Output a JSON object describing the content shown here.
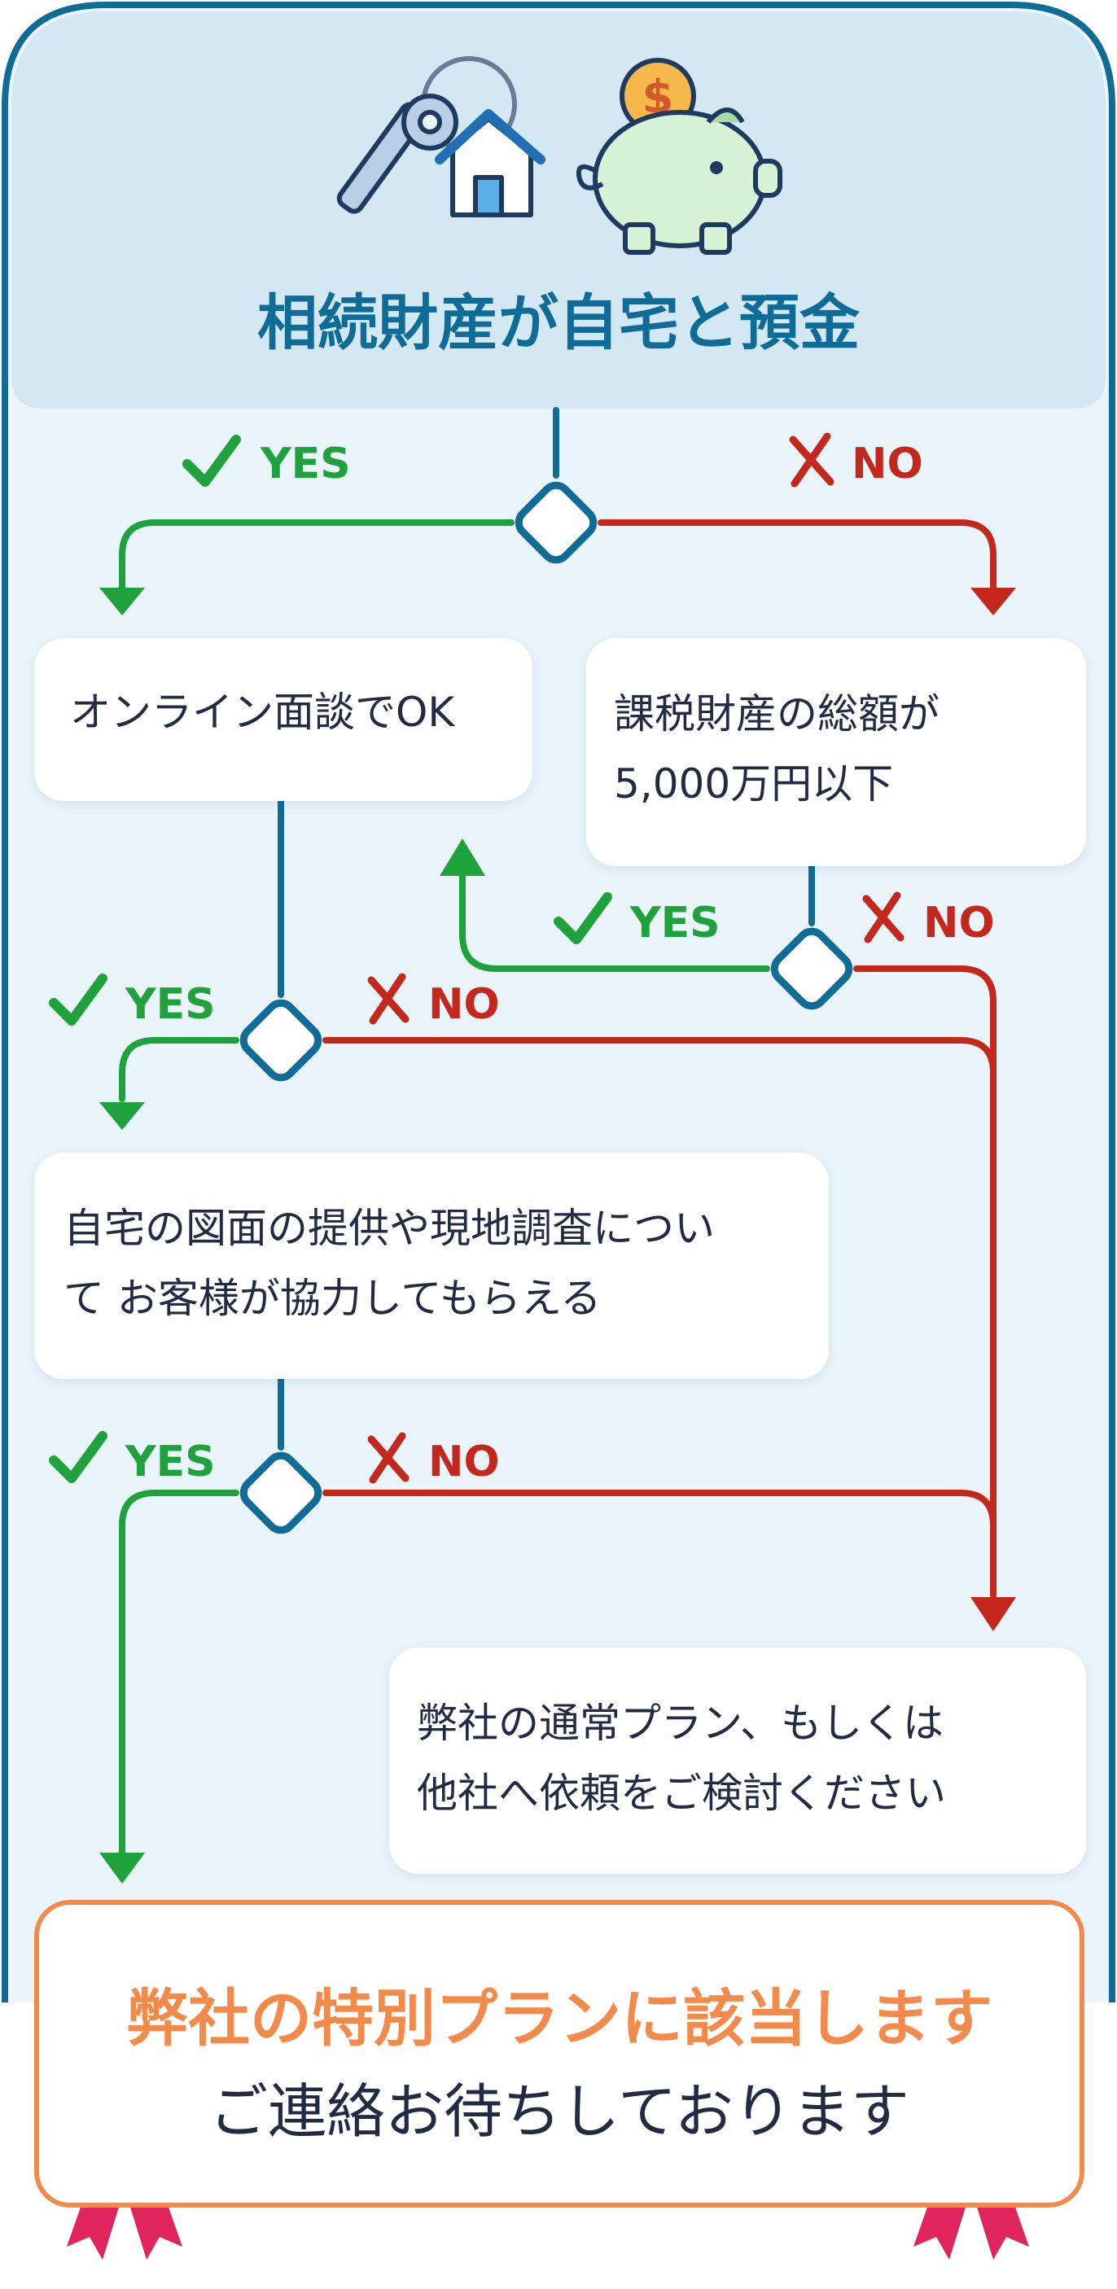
{
  "title": "相続財産が自宅と預金",
  "yes_label": "YES",
  "no_label": "NO",
  "cards": {
    "online": {
      "lines": [
        "オンライン面談でOK"
      ]
    },
    "taxable": {
      "lines": [
        "課税財産の総額が",
        "5,000万円以下"
      ]
    },
    "drawings": {
      "lines": [
        "自宅の図面の提供や現地調査につい",
        "て お客様が協力してもらえる"
      ]
    },
    "regular": {
      "lines": [
        "弊社の通常プラン、もしくは",
        "他社へ依頼をご検討ください"
      ]
    }
  },
  "result": {
    "line1": "弊社の特別プランに該当します",
    "line2": "ご連絡お待ちしております"
  },
  "colors": {
    "frame": "#0f6c97",
    "yes": "#1fa23c",
    "no": "#c4271c",
    "result_accent": "#f48a4a"
  },
  "icons": [
    "house-key-icon",
    "piggy-bank-icon",
    "check-icon",
    "cross-icon",
    "award-ribbon-icon"
  ]
}
